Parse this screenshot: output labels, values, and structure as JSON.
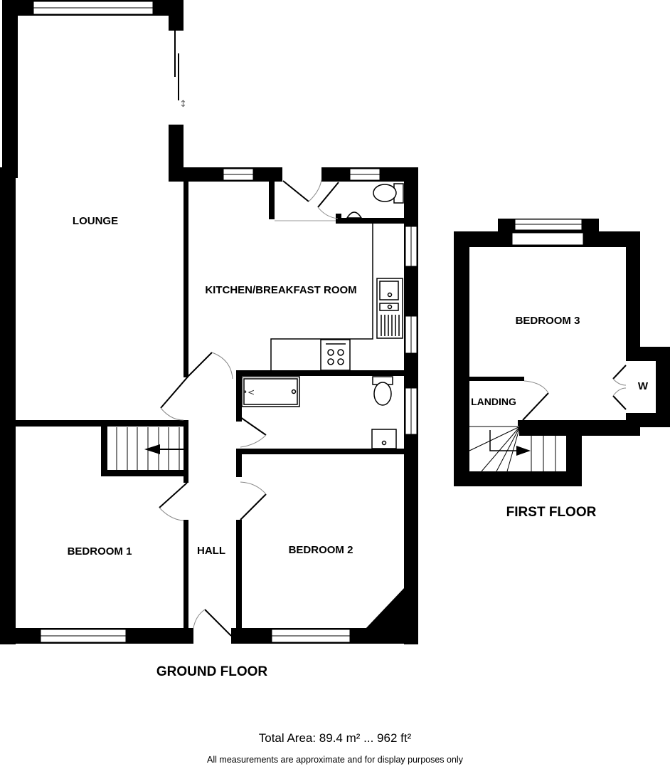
{
  "ground_floor": {
    "title": "GROUND FLOOR",
    "rooms": {
      "lounge": "LOUNGE",
      "kitchen": "KITCHEN/BREAKFAST ROOM",
      "bedroom1": "BEDROOM 1",
      "hall": "HALL",
      "bedroom2": "BEDROOM 2"
    }
  },
  "first_floor": {
    "title": "FIRST FLOOR",
    "rooms": {
      "bedroom3": "BEDROOM 3",
      "landing": "LANDING",
      "wardrobe": "W"
    }
  },
  "footer": {
    "total_area": "Total Area: 89.4 m² ... 962 ft²",
    "disclaimer": "All measurements are approximate and for display purposes only"
  },
  "colors": {
    "wall": "#000000",
    "background": "#ffffff",
    "door_arc": "#888888"
  }
}
